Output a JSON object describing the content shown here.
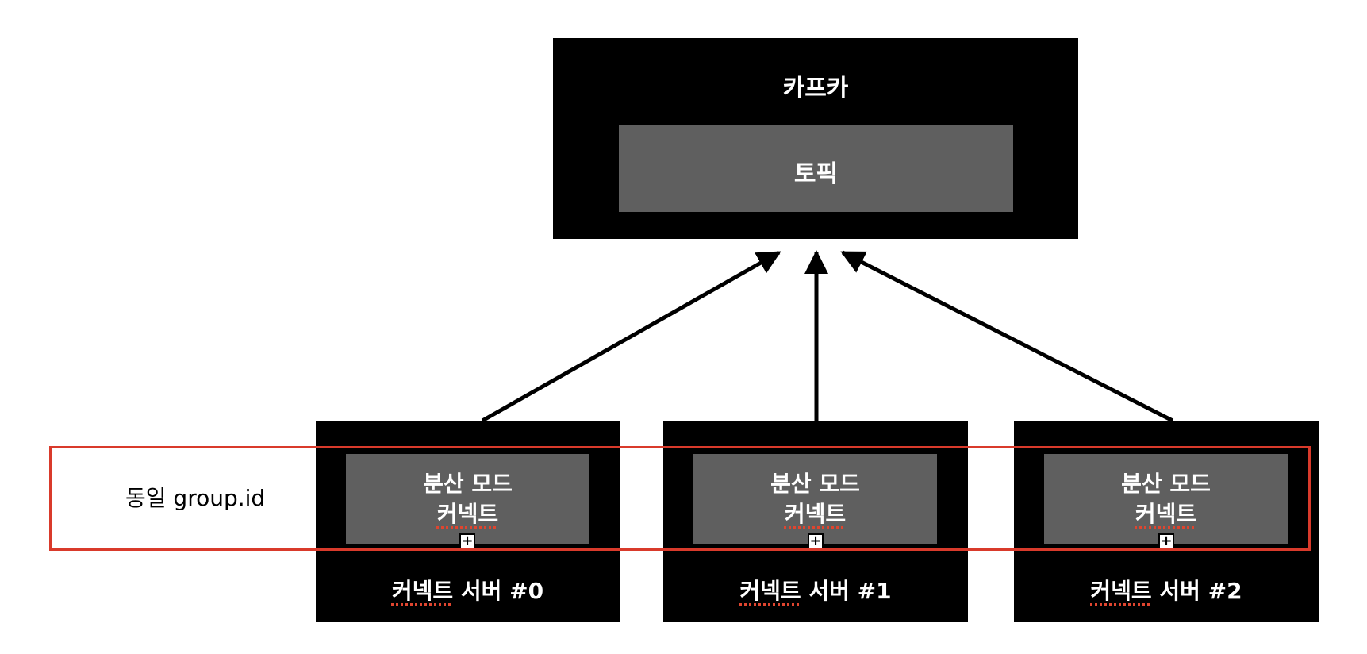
{
  "kafka": {
    "title": "카프카",
    "topic": "토픽"
  },
  "group": {
    "label": "동일 group.id",
    "border_color": "#d93a2b"
  },
  "servers": [
    {
      "connect_line1": "분산 모드",
      "connect_line2": "커넥트",
      "label_prefix": "커넥트",
      "label_suffix": " 서버 #0"
    },
    {
      "connect_line1": "분산 모드",
      "connect_line2": "커넥트",
      "label_prefix": "커넥트",
      "label_suffix": " 서버 #1"
    },
    {
      "connect_line1": "분산 모드",
      "connect_line2": "커넥트",
      "label_prefix": "커넥트",
      "label_suffix": " 서버 #2"
    }
  ],
  "colors": {
    "box": "#000000",
    "inner": "#5f5f5f",
    "text": "#ffffff"
  }
}
